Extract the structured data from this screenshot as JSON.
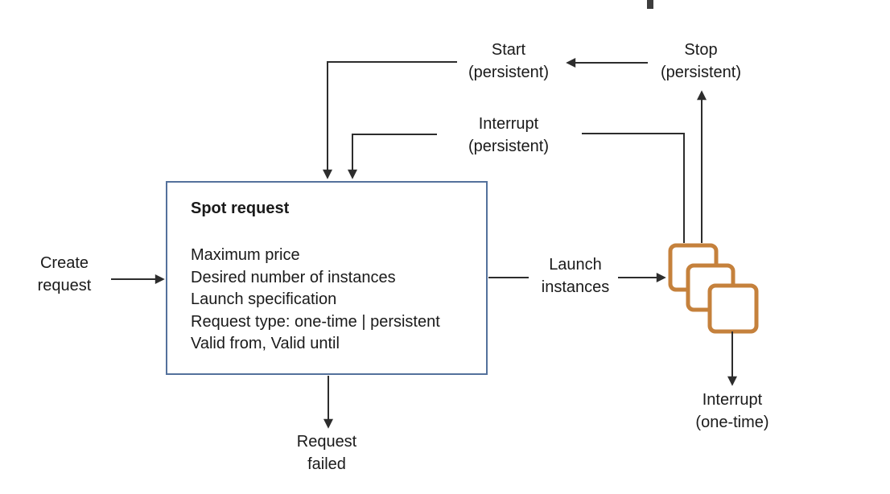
{
  "diagram": {
    "box": {
      "title": "Spot request",
      "lines": [
        "Maximum price",
        "Desired number of instances",
        "Launch specification",
        "Request type: one-time | persistent",
        "Valid from, Valid until"
      ]
    },
    "labels": {
      "create_request": [
        "Create",
        "request"
      ],
      "start_persistent": [
        "Start",
        "(persistent)"
      ],
      "stop_persistent": [
        "Stop",
        "(persistent)"
      ],
      "interrupt_persistent": [
        "Interrupt",
        "(persistent)"
      ],
      "launch_instances": [
        "Launch",
        "instances"
      ],
      "interrupt_one_time": [
        "Interrupt",
        "(one-time)"
      ],
      "request_failed": [
        "Request",
        "failed"
      ]
    },
    "colors": {
      "instance_accent": "#c5813c",
      "box_border": "#54719c",
      "arrow": "#2d2d2d",
      "text": "#1a1a1a"
    }
  }
}
